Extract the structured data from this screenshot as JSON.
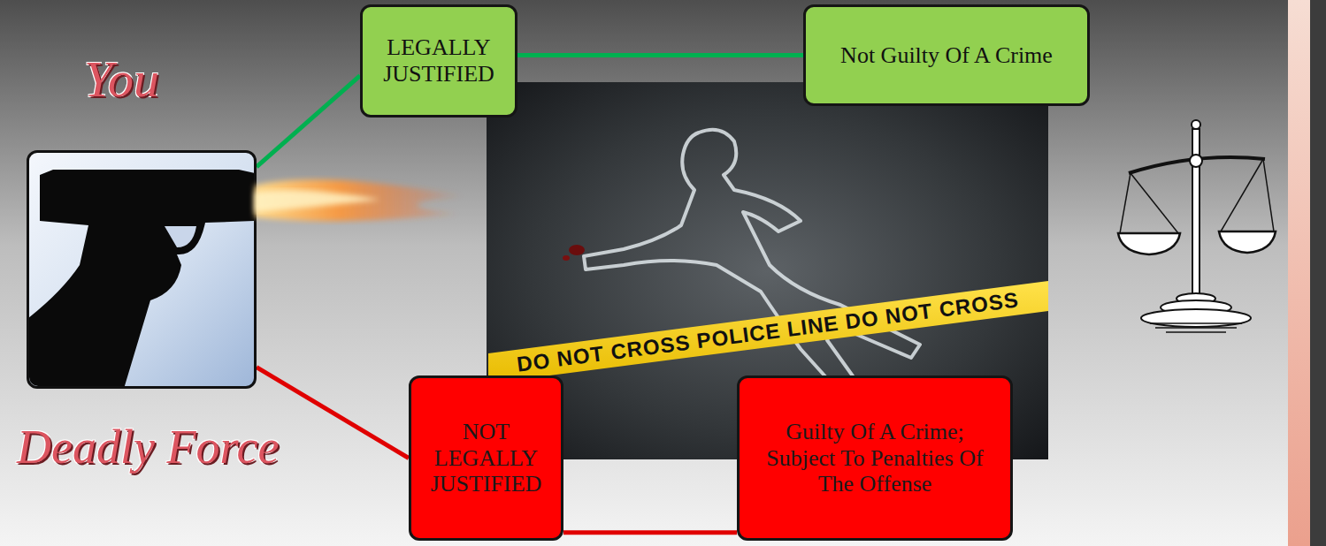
{
  "diagram": {
    "nodes": [
      {
        "text": [
          "You",
          "Deadly Force"
        ]
      },
      {
        "text": [
          "LEGALLY JUSTIFIED"
        ]
      },
      {
        "text": [
          "Not Guilty Of A Crime"
        ]
      },
      {
        "text": [
          "NOT LEGALLY JUSTIFIED"
        ]
      },
      {
        "text": [
          "Guilty Of A Crime; Subject To Penalties Of The Offense"
        ]
      }
    ],
    "edges": [
      {
        "from": 0,
        "to": 1,
        "arrow": "none"
      },
      {
        "from": 1,
        "to": 2,
        "arrow": "none"
      },
      {
        "from": 0,
        "to": 3,
        "arrow": "none"
      },
      {
        "from": 3,
        "to": 4,
        "arrow": "none"
      }
    ],
    "labels": [
      "DO NOT CROSS POLICE LINE DO NOT CROSS"
    ]
  }
}
